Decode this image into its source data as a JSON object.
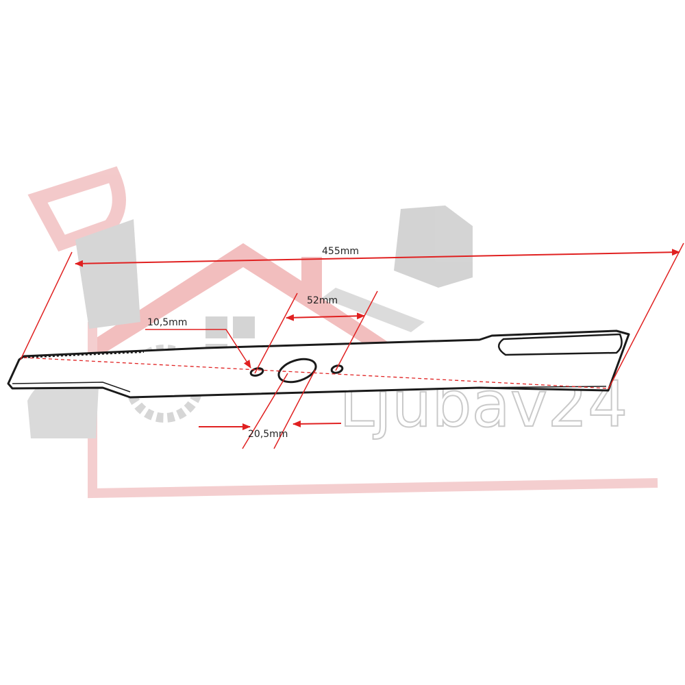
{
  "watermark": {
    "text": "Ljubav24",
    "logo": "diy-house-logo",
    "colors": {
      "red": "#e3494e",
      "gray": "#c8c8c8"
    }
  },
  "part": {
    "name_icon": "mower-blade-drawing"
  },
  "dimensions": {
    "overall_length": "455mm",
    "hole_spacing": "52mm",
    "small_hole": "10,5mm",
    "center_hole": "20,5mm"
  },
  "colors": {
    "dimension_line": "#e02020",
    "outline": "#1a1a1a"
  }
}
